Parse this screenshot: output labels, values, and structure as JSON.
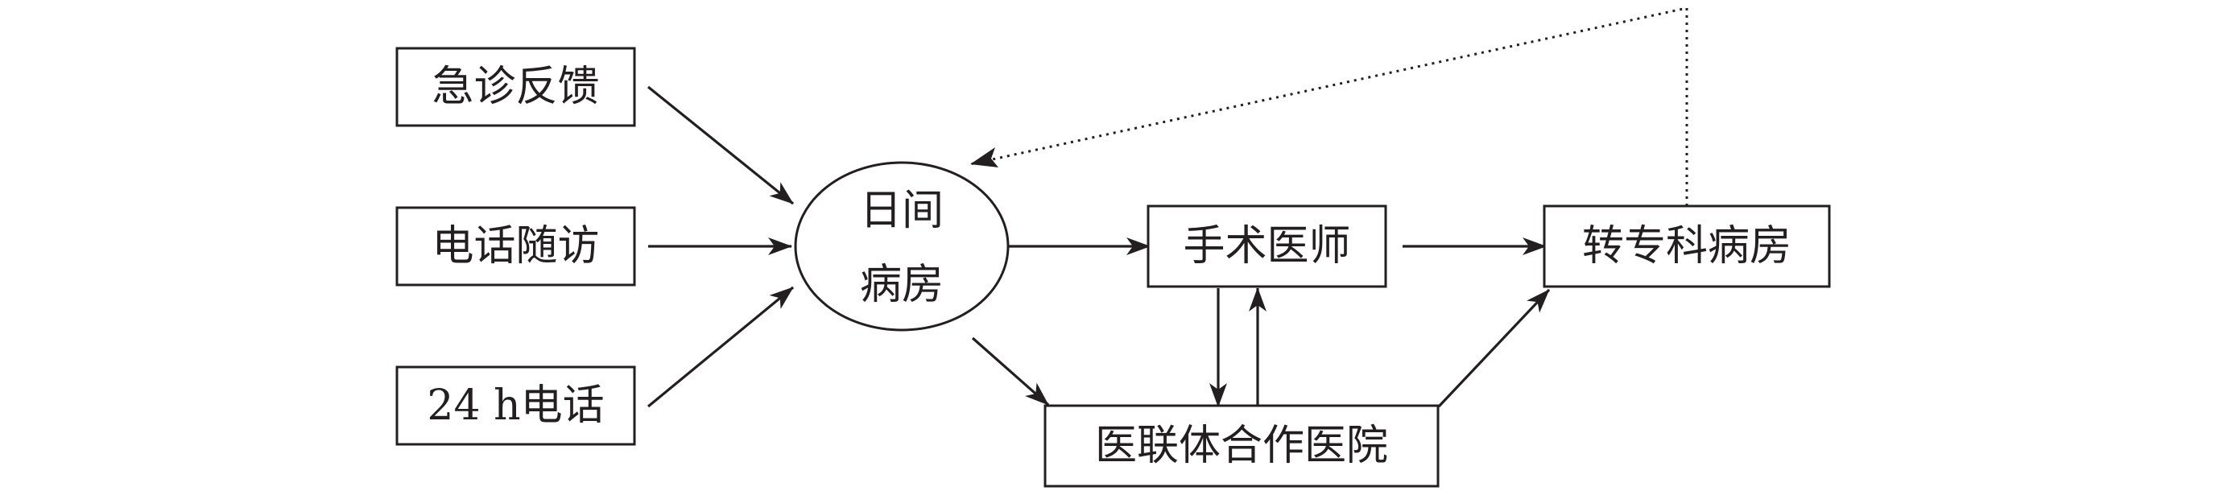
{
  "nodes": {
    "emergency_feedback": "急诊反馈",
    "phone_followup": "电话随访",
    "hotline_24h": "24 h电话",
    "day_ward_line1": "日间",
    "day_ward_line2": "病房",
    "surgeon": "手术医师",
    "specialty_ward": "转专科病房",
    "alliance_hospital": "医联体合作医院"
  },
  "colors": {
    "stroke": "#231f20",
    "background": "#ffffff"
  }
}
